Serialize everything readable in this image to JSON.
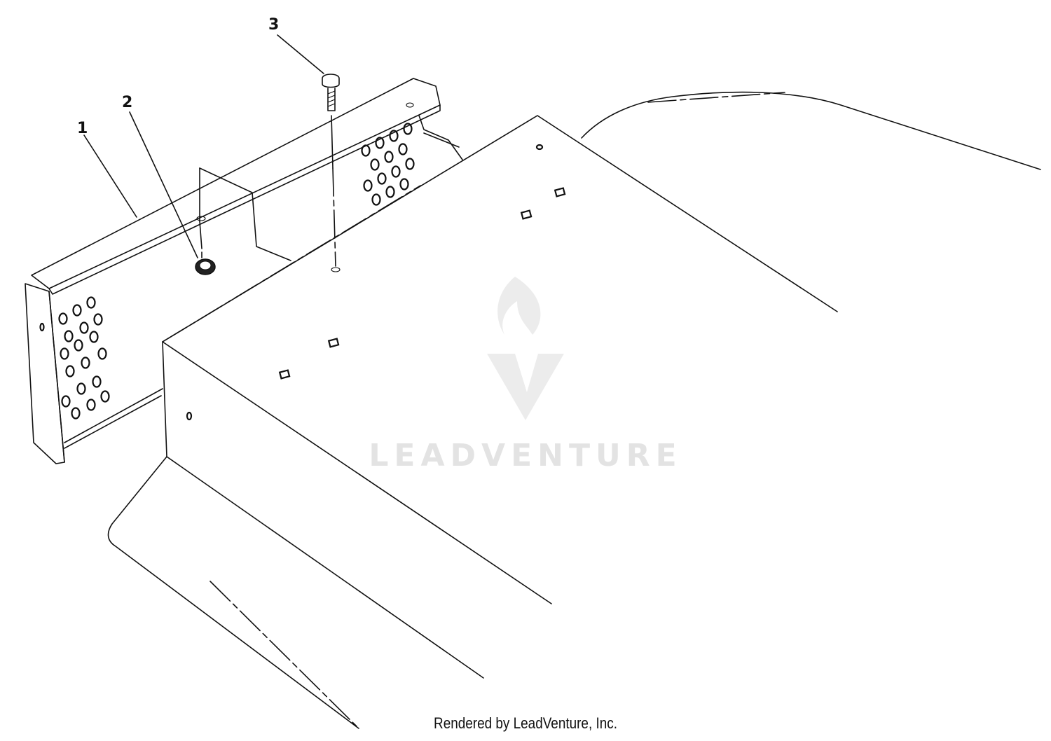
{
  "callouts": [
    {
      "id": "1",
      "label": "1"
    },
    {
      "id": "2",
      "label": "2"
    },
    {
      "id": "3",
      "label": "3"
    }
  ],
  "watermark": {
    "text": "LEADVENTURE"
  },
  "footer": {
    "text": "Rendered by LeadVenture, Inc."
  },
  "colors": {
    "line": "#111111",
    "watermark": "#e3e3e3",
    "background": "#ffffff"
  }
}
